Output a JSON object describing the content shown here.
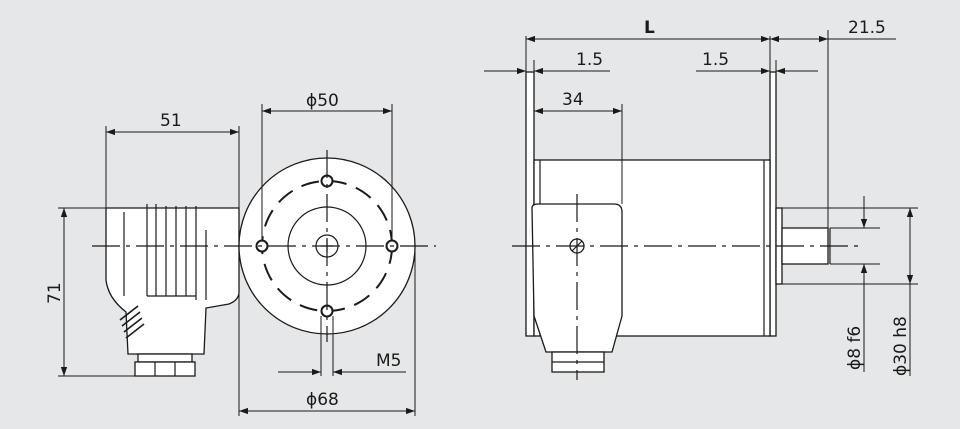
{
  "drawing": {
    "front_view": {
      "dim_width_housing": "51",
      "dim_pitch_diameter": "ϕ50",
      "dim_height": "71",
      "dim_outer_diameter": "ϕ68",
      "dim_thread": "M5"
    },
    "side_view": {
      "dim_length": "L",
      "dim_shaft_length": "21.5",
      "dim_flange_left": "1.5",
      "dim_flange_right": "1.5",
      "dim_connector_offset": "34",
      "dim_shaft_diameter": "ϕ8 f6",
      "dim_spigot_diameter": "ϕ30 h8"
    }
  }
}
